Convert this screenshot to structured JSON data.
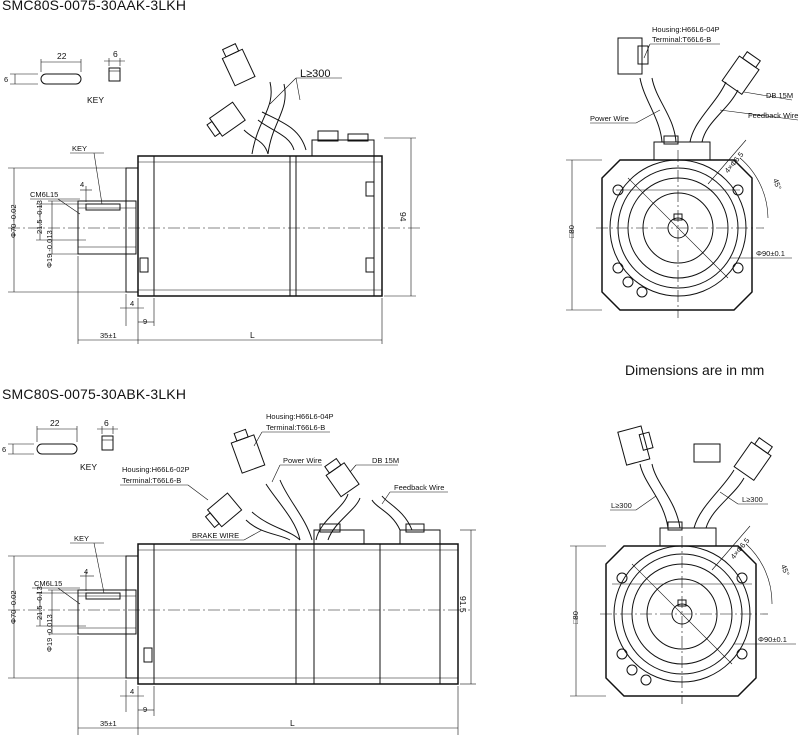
{
  "units_note": "Dimensions are in mm",
  "top": {
    "model": "SMC80S-0075-30AAK-3LKH",
    "key": {
      "length": "22",
      "width": "6",
      "height": "6",
      "label": "KEY"
    },
    "cable_length": "L≥300",
    "side": {
      "key_label": "KEY",
      "thread": "CM6L15",
      "key_offset": "4",
      "shaft_len": "21.5",
      "shaft_tol": "-0.13",
      "flange_dia": "Φ70",
      "flange_tol": "-0.02",
      "shaft_dia": "Φ19",
      "shaft_dia_tol": "-0.013",
      "height": "94",
      "flange_thk": "4",
      "pilot_offset": "9",
      "shaft_extension": "35±1",
      "body_len": "L"
    },
    "front": {
      "housing": "Housing:H66L6-04P",
      "terminal": "Terminal:T66L6-B",
      "db": "DB 15M",
      "power_wire": "Power Wire",
      "feedback_wire": "Feedback Wire",
      "holes": "4×Φ6.5",
      "angle": "45°",
      "square": "□80",
      "pcd": "Φ90±0.1"
    }
  },
  "bottom": {
    "model": "SMC80S-0075-30ABK-3LKH",
    "key": {
      "length": "22",
      "width": "6",
      "height": "6",
      "label": "KEY"
    },
    "side": {
      "housing": "Housing:H66L6-04P",
      "terminal": "Terminal:T66L6-B",
      "brake_housing": "Housing:H66L6-02P",
      "brake_terminal": "Terminal:T66L6-B",
      "power_wire": "Power Wire",
      "db": "DB 15M",
      "feedback_wire": "Feedback Wire",
      "brake_wire": "BRAKE WIRE",
      "key_label": "KEY",
      "thread": "CM6L15",
      "key_offset": "4",
      "shaft_len": "21.5",
      "shaft_tol": "-0.13",
      "flange_dia": "Φ70",
      "flange_tol": "-0.02",
      "shaft_dia": "Φ19",
      "shaft_dia_tol": "-0.013",
      "height": "91.5",
      "flange_thk": "4",
      "pilot_offset": "9",
      "shaft_extension": "35±1",
      "body_len": "L"
    },
    "front": {
      "cable1": "L≥300",
      "cable2": "L≥300",
      "holes": "4×Φ6.5",
      "angle": "45°",
      "square": "□80",
      "pcd": "Φ90±0.1"
    }
  }
}
